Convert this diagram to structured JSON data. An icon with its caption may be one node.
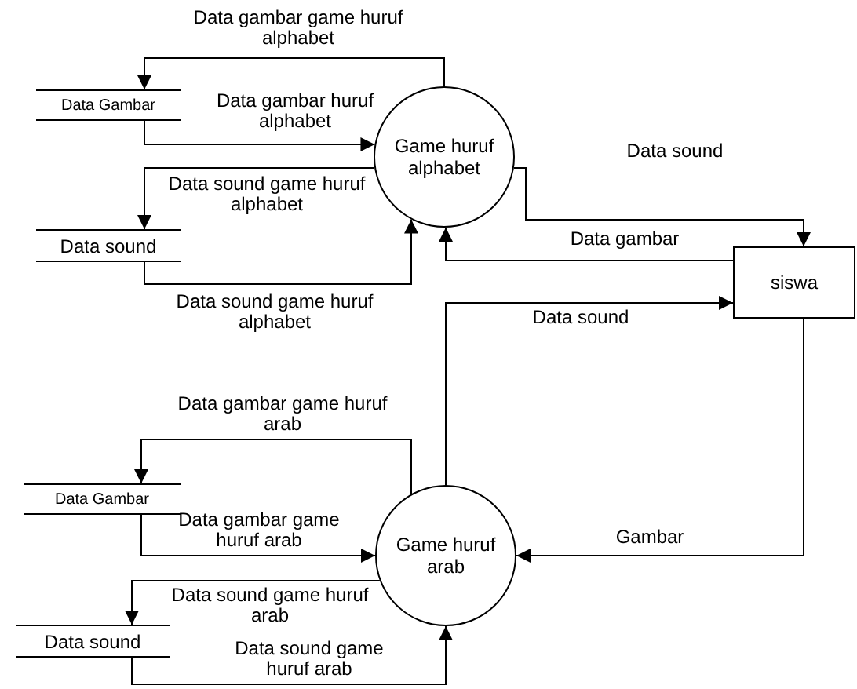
{
  "diagram": {
    "nodes": [
      {
        "text": [
          "Data Gambar"
        ]
      },
      {
        "text": [
          "Data sound"
        ]
      },
      {
        "text": [
          "Game huruf alphabet"
        ]
      },
      {
        "text": [
          "siswa"
        ]
      },
      {
        "text": [
          "Data Gambar"
        ]
      },
      {
        "text": [
          "Data sound"
        ]
      },
      {
        "text": [
          "Game huruf arab"
        ]
      }
    ],
    "edges": [
      {
        "from": 2,
        "to": 0,
        "arrow": "to",
        "label": "Data gambar game huruf alphabet"
      },
      {
        "from": 0,
        "to": 2,
        "arrow": "to",
        "label": "Data gambar huruf alphabet"
      },
      {
        "from": 2,
        "to": 1,
        "arrow": "to",
        "label": "Data sound game huruf alphabet"
      },
      {
        "from": 1,
        "to": 2,
        "arrow": "to",
        "label": "Data sound game huruf alphabet"
      },
      {
        "from": 2,
        "to": 3,
        "arrow": "to",
        "label": "Data sound"
      },
      {
        "from": 3,
        "to": 2,
        "arrow": "to",
        "label": "Data gambar"
      },
      {
        "from": 6,
        "to": 3,
        "arrow": "to",
        "label": "Data sound"
      },
      {
        "from": 3,
        "to": 6,
        "arrow": "to",
        "label": "Gambar"
      },
      {
        "from": 6,
        "to": 4,
        "arrow": "to",
        "label": "Data gambar game huruf arab"
      },
      {
        "from": 4,
        "to": 6,
        "arrow": "to",
        "label": "Data gambar game huruf arab"
      },
      {
        "from": 6,
        "to": 5,
        "arrow": "to",
        "label": "Data sound game huruf arab"
      },
      {
        "from": 5,
        "to": 6,
        "arrow": "to",
        "label": "Data sound game huruf arab"
      }
    ]
  }
}
